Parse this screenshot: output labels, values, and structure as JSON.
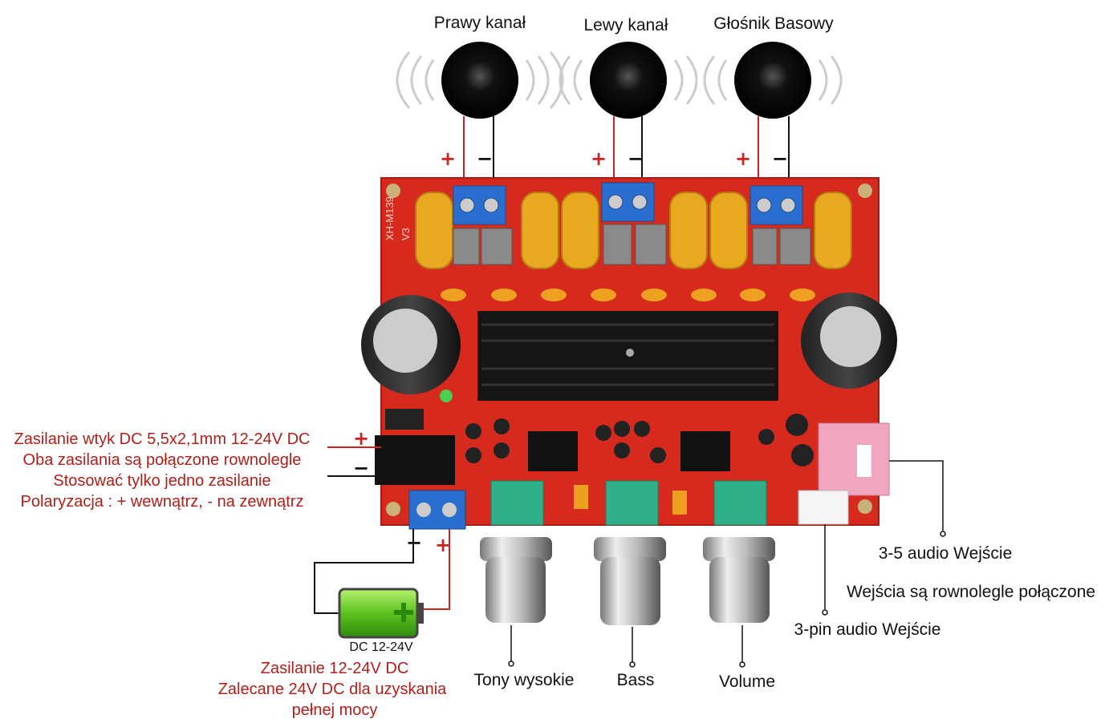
{
  "speakers": [
    {
      "label": "Prawy kanał"
    },
    {
      "label": "Lewy kanał"
    },
    {
      "label": "Głośnik Basowy"
    }
  ],
  "polarity": {
    "plus": "+",
    "minus": "−"
  },
  "dc_jack_notes": [
    "Zasilanie wtyk DC 5,5x2,1mm 12-24V DC",
    "Oba zasilania są połączone rownolegle",
    "Stosować tylko jedno zasilanie",
    "Polaryzacja : + wewnątrz, - na zewnątrz"
  ],
  "battery": {
    "label": "DC 12-24V"
  },
  "terminal_notes": [
    "Zasilanie 12-24V DC",
    "Zalecane 24V DC dla uzyskania",
    "pełnej mocy"
  ],
  "knobs": [
    {
      "label": "Tony wysokie"
    },
    {
      "label": "Bass"
    },
    {
      "label": "Volume"
    }
  ],
  "inputs": {
    "jack_label": "3-5 audio Wejście",
    "parallel_note": "Wejścia są rownolegle połączone",
    "pin_label": "3-pin audio Wejście"
  },
  "board": {
    "model": "XH-M139",
    "version": "V3"
  },
  "colors": {
    "board": "#d62a1e",
    "terminal": "#2a6fd0",
    "heatsink": "#151515",
    "text_red": "#b0201a",
    "coil": "#e8a820",
    "pot": "#2fb08a",
    "jack": "#f0a6c0"
  }
}
